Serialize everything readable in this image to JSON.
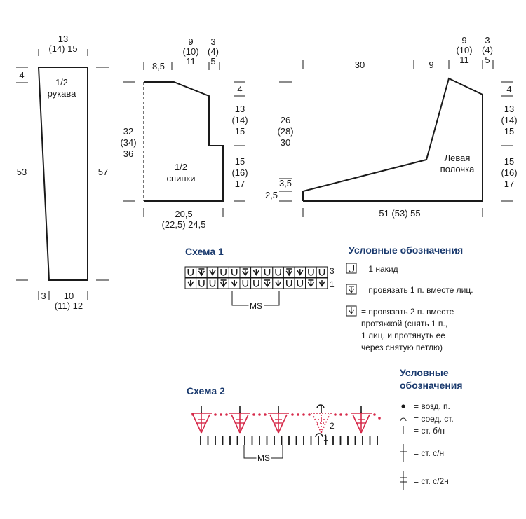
{
  "sleeve": {
    "title": "1/2\nрукава",
    "top_width": "13\n(14) 15",
    "cap_drop": "4",
    "length": "53",
    "total_length": "57",
    "bottom_left": "3",
    "bottom_width": "10\n(11) 12"
  },
  "back": {
    "title": "1/2\nспинки",
    "neck_width": "8,5",
    "shoulder_1": "9\n(10)\n11",
    "shoulder_2": "3\n(4)\n5",
    "height_left": "32\n(34)\n36",
    "top_drop": "4",
    "armhole": "13\n(14)\n15",
    "side": "15\n(16)\n17",
    "bottom_width": "20,5\n(22,5) 24,5"
  },
  "front": {
    "title": "Левая\nполочка",
    "top_width": "30",
    "neck": "9",
    "shoulder_1": "9\n(10)\n11",
    "shoulder_2": "3\n(4)\n5",
    "height_left": "26\n(28)\n30",
    "dim_35": "3,5",
    "dim_25": "2,5",
    "top_drop": "4",
    "armhole": "13\n(14)\n15",
    "side": "15\n(16)\n17",
    "bottom_width": "51 (53) 55"
  },
  "scheme1": {
    "title": "Схема 1",
    "row_3": "3",
    "row_1": "1",
    "ms": "MS"
  },
  "legend1": {
    "title": "Условные обозначения",
    "items": [
      "= 1 накид",
      "= провязать 1 п. вместе лиц.",
      "= провязать 2 п. вместе\nпротяжкой (снять 1 п.,\n1 лиц. и протянуть ее\nчерез снятую петлю)"
    ]
  },
  "scheme2": {
    "title": "Схема 2",
    "row_2": "2",
    "row_1": "1",
    "ms": "MS"
  },
  "legend2": {
    "title": "Условные\nобозначения",
    "items": [
      "= возд. п.",
      "= соед. ст.",
      "= ст. б/н",
      "= ст. с/н",
      "= ст. с/2н"
    ]
  },
  "colors": {
    "accent": "#d62a4a",
    "title_blue": "#1a3a6e",
    "line": "#1a1a1a"
  }
}
